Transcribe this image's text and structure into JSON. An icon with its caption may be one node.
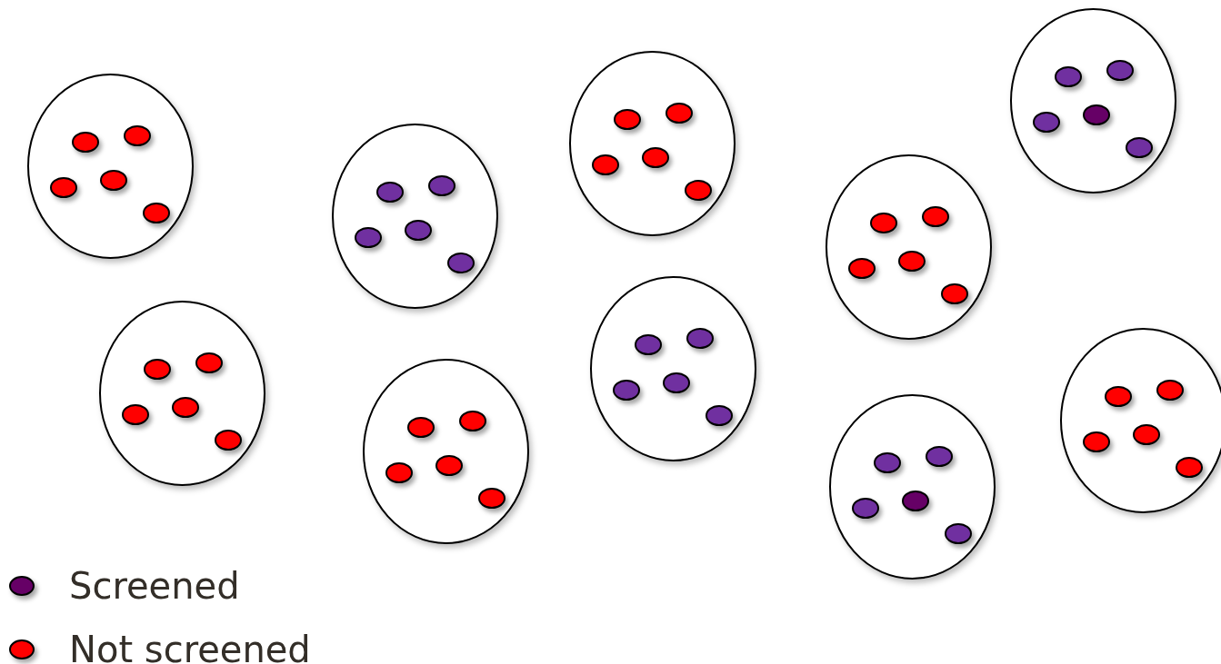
{
  "diagram": {
    "nodes": [
      {
        "text": [],
        "shape": "ellipse"
      },
      {
        "text": [],
        "shape": "circle",
        "in": 0
      },
      {
        "text": [],
        "shape": "circle",
        "in": 0
      },
      {
        "text": [],
        "shape": "circle",
        "in": 0
      },
      {
        "text": [],
        "shape": "circle",
        "in": 0
      },
      {
        "text": [],
        "shape": "circle",
        "in": 0
      },
      {
        "text": [],
        "shape": "ellipse"
      },
      {
        "text": [],
        "shape": "circle",
        "in": 6
      },
      {
        "text": [],
        "shape": "circle",
        "in": 6
      },
      {
        "text": [],
        "shape": "circle",
        "in": 6
      },
      {
        "text": [],
        "shape": "circle",
        "in": 6
      },
      {
        "text": [],
        "shape": "circle",
        "in": 6
      },
      {
        "text": [],
        "shape": "ellipse"
      },
      {
        "text": [],
        "shape": "circle",
        "in": 12
      },
      {
        "text": [],
        "shape": "circle",
        "in": 12
      },
      {
        "text": [],
        "shape": "circle",
        "in": 12
      },
      {
        "text": [],
        "shape": "circle",
        "in": 12
      },
      {
        "text": [],
        "shape": "circle",
        "in": 12
      },
      {
        "text": [],
        "shape": "ellipse"
      },
      {
        "text": [],
        "shape": "circle",
        "in": 18
      },
      {
        "text": [],
        "shape": "circle",
        "in": 18
      },
      {
        "text": [],
        "shape": "circle",
        "in": 18
      },
      {
        "text": [],
        "shape": "circle",
        "in": 18
      },
      {
        "text": [],
        "shape": "circle",
        "in": 18
      },
      {
        "text": [],
        "shape": "ellipse"
      },
      {
        "text": [],
        "shape": "circle",
        "in": 24
      },
      {
        "text": [],
        "shape": "circle",
        "in": 24
      },
      {
        "text": [],
        "shape": "circle",
        "in": 24
      },
      {
        "text": [],
        "shape": "circle",
        "in": 24
      },
      {
        "text": [],
        "shape": "circle",
        "in": 24
      },
      {
        "text": [],
        "shape": "ellipse"
      },
      {
        "text": [],
        "shape": "circle",
        "in": 30
      },
      {
        "text": [],
        "shape": "circle",
        "in": 30
      },
      {
        "text": [],
        "shape": "circle",
        "in": 30
      },
      {
        "text": [],
        "shape": "circle",
        "in": 30
      },
      {
        "text": [],
        "shape": "circle",
        "in": 30
      },
      {
        "text": [],
        "shape": "ellipse"
      },
      {
        "text": [],
        "shape": "circle",
        "in": 36
      },
      {
        "text": [],
        "shape": "circle",
        "in": 36
      },
      {
        "text": [],
        "shape": "circle",
        "in": 36
      },
      {
        "text": [],
        "shape": "circle",
        "in": 36
      },
      {
        "text": [],
        "shape": "circle",
        "in": 36
      },
      {
        "text": [],
        "shape": "ellipse"
      },
      {
        "text": [],
        "shape": "circle",
        "in": 42
      },
      {
        "text": [],
        "shape": "circle",
        "in": 42
      },
      {
        "text": [],
        "shape": "circle",
        "in": 42
      },
      {
        "text": [],
        "shape": "circle",
        "in": 42
      },
      {
        "text": [],
        "shape": "circle",
        "in": 42
      },
      {
        "text": [],
        "shape": "ellipse"
      },
      {
        "text": [],
        "shape": "circle",
        "in": 48
      },
      {
        "text": [],
        "shape": "circle",
        "in": 48
      },
      {
        "text": [],
        "shape": "circle",
        "in": 48
      },
      {
        "text": [],
        "shape": "circle",
        "in": 48
      },
      {
        "text": [],
        "shape": "circle",
        "in": 48
      },
      {
        "text": [],
        "shape": "ellipse"
      },
      {
        "text": [],
        "shape": "circle",
        "in": 54
      },
      {
        "text": [],
        "shape": "circle",
        "in": 54
      },
      {
        "text": [],
        "shape": "circle",
        "in": 54
      },
      {
        "text": [],
        "shape": "circle",
        "in": 54
      },
      {
        "text": [],
        "shape": "circle",
        "in": 54
      }
    ],
    "legend": [
      {
        "text": "Screened",
        "color": "#660066"
      },
      {
        "text": "Not screened",
        "color": "#ff0000"
      }
    ]
  }
}
